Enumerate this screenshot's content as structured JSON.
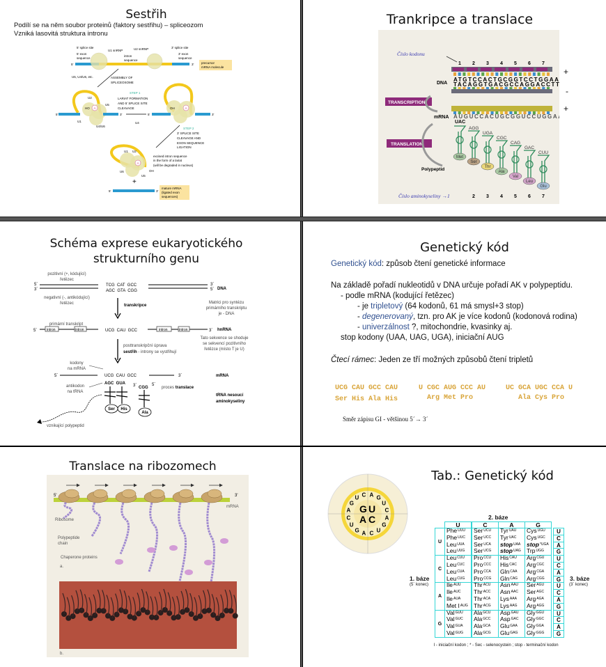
{
  "slide1": {
    "title": "Sestřih",
    "line1": "Podílí se na něm soubor proteinů (faktory sestřihu) – spliceozom",
    "line2": "Vzniká lasovitá struktura intronu",
    "labels": {
      "five_splice": "5' splice site",
      "five_exon_1": "5' exon",
      "five_exon_2": "sequence",
      "u1": "U1 snRNP",
      "u2": "U2 snRNP",
      "intron_1": "intron",
      "intron_2": "sequence",
      "three_splice": "3' splice site",
      "three_exon_1": "3' exon",
      "three_exon_2": "sequence",
      "five": "5'",
      "three": "3'",
      "precursor_1": "precursor",
      "precursor_2": "mRNA molecule",
      "u5u4": "U5, U4/U6, etc.",
      "assembly_1": "ASSEMBLY OF",
      "assembly_2": "SPLICEOSOME",
      "step1": "STEP 1",
      "lariat_1": "LARIAT FORMATION",
      "lariat_2": "AND 5' SPLICE SITE",
      "lariat_3": "CLEAVAGE",
      "u4": "U4",
      "u1s": "U1",
      "u2s": "U2",
      "u5s": "U5",
      "u4u6": "U4/U6",
      "ho": "HO",
      "oh": "OH",
      "a": "A",
      "step2": "STEP 2",
      "s2_1": "3' SPLICE SITE",
      "s2_2": "CLEAVAGE AND",
      "s2_3": "EXON SEQUENCE",
      "s2_4": "LIGATION",
      "excised_1": "excised intron sequence",
      "excised_2": "in the form of a lariat",
      "excised_3": "(will be degraded in nucleus)",
      "u6": "U6",
      "plus": "+",
      "mature_1": "mature mRNA",
      "mature_2": "(ligated exon",
      "mature_3": "sequences)"
    }
  },
  "slide2": {
    "title": "Trankripce a translace",
    "codon_number_label": "Číslo kodonu",
    "codon_numbers": [
      "1",
      "2",
      "3",
      "4",
      "5",
      "6",
      "7"
    ],
    "dna_label": "DNA",
    "dna_top": "ATGTCCACTGCGGTCCTGGAA",
    "dna_bottom": "TACAGGTGACGCCAGGACCTT",
    "transcription": "TRANSCRIPTION",
    "translation": "TRANSLATION",
    "mrna_label": "mRNA",
    "mrna_seq": "AUGUCCACUGCGGUCCUGGAA",
    "anticodons": [
      "UAC",
      "AGG",
      "UGA",
      "CGC",
      "CAG",
      "GAC",
      "CUU"
    ],
    "amino_acids": [
      "Met",
      "Ser",
      "Thr",
      "Ala",
      "Val",
      "Leu",
      "Glu"
    ],
    "amino_colors": [
      "#a9c9a3",
      "#b9a184",
      "#e9d67a",
      "#a9c9a3",
      "#d7a6cc",
      "#cfa3c6",
      "#a9c1d9"
    ],
    "polypeptide": "Polypeptid",
    "aa_number_label": "Číslo aminokyseliny →1",
    "aa_numbers": [
      "2",
      "3",
      "4",
      "5",
      "6",
      "7"
    ],
    "signs": [
      "+",
      "-",
      "+"
    ]
  },
  "slide3": {
    "title_1": "Schéma exprese eukaryotického",
    "title_2": "strukturního genu",
    "pos_1": "pozitivní (+, kódující)",
    "pos_2": "řetězec",
    "neg_1": "negativní (-, antikódující)",
    "neg_2": "řetězec",
    "dna_top": "TCG  CAT  GCC",
    "dna_bottom": "AGC  GTA  CGG",
    "five": "5´",
    "three": "3´",
    "dna": "DNA",
    "transkripce": "transkripce",
    "matrix_1": "Matrici pro syntézu",
    "matrix_2": "primárního transkriptu",
    "matrix_3": "je - DNA",
    "primary": "primární transkript",
    "intron": "intron",
    "hn_seq": "UCG  CAU  GCC",
    "hnrna": "hnRNA",
    "post_1": "posttranskripční úprava",
    "post_2b": "sestřih",
    "post_2": " - introny se vystřihují",
    "same_1": "Tato sekvence se shoduje",
    "same_2": "se sekvencí pozitivního",
    "same_3": "řetězce (místo T je U)",
    "kodony_1": "kodony",
    "kodony_2": "na mRNA",
    "m_seq": "UCG  CAU  GCC",
    "mrna": "mRNA",
    "anti_1": "antikodon",
    "anti_2": "na tRNA",
    "anti_seq": "AGC  GUA",
    "cgg": "CGG",
    "proces": "proces ",
    "translace": "translace",
    "trna_1": "tRNA nesoucí",
    "trna_2": "aminokyseliny",
    "ser": "Ser",
    "his": "His",
    "ala": "Ala",
    "poly": "vznikající polypeptid"
  },
  "slide4": {
    "title": "Genetický kód",
    "def_term": "Genetický kód",
    "def_text": ": způsob čtení genetické informace",
    "l1": "Na základě pořadí nukleotidů v DNA určuje pořadí AK v polypeptidu.",
    "l2": "- podle mRNA (kodující řetězec)",
    "l3a": "- je ",
    "l3b": "tripletový",
    "l3c": " (64 kodonů, 61 má smysl+3 stop)",
    "l4a": "- ",
    "l4b": "degenerovaný",
    "l4c": ", tzn. pro AK je více kodonů (kodonová rodina)",
    "l5a": "- ",
    "l5b": "univerzálnost",
    "l5c": " ?, mitochondrie, kvasinky aj.",
    "l6": "stop kodony (UAA, UAG, UGA), iniciační AUG",
    "frame_term": "Čtecí rámec",
    "frame_text": ": Jeden ze tří možných způsobů čtení tripletů",
    "frames": [
      {
        "codons": "UCG CAU GCC CAU",
        "aa": "Ser His Ala His"
      },
      {
        "codons": "U CGC AUG CCC AU",
        "aa": "  Arg Met Pro"
      },
      {
        "codons": "UC GCA UGC CCA U",
        "aa": "   Ala Cys Pro"
      }
    ],
    "direction": "Směr zápisu GI - většinou 5´→ 3´"
  },
  "slide5": {
    "title": "Translace na ribozomech",
    "five": "5'",
    "three": "3'",
    "mrna": "mRNA",
    "ribosome": "Ribosome",
    "poly_1": "Polypeptide",
    "poly_2": "chain",
    "chaperone": "Chaperone proteins",
    "a": "a.",
    "b": "b."
  },
  "slide6": {
    "title": "Tab.: Genetický kód",
    "wheel_center": [
      "G",
      "U",
      "A",
      "C"
    ],
    "wheel_ring": [
      "A",
      "G",
      "U",
      "C",
      "A",
      "G",
      "U",
      "C",
      "A",
      "G",
      "U",
      "C",
      "A",
      "G",
      "U",
      "C"
    ],
    "second_base": "2. báze",
    "first_base": "1. báze",
    "first_base_sub": "(5´ konec)",
    "third_base": "3. báze",
    "third_base_sub": "(3´ konec)",
    "bases": [
      "U",
      "C",
      "A",
      "G"
    ],
    "rows": [
      [
        [
          "Phe",
          "UUU"
        ],
        [
          "Ser",
          "UCU"
        ],
        [
          "Tyr",
          "UAU"
        ],
        [
          "Cys",
          "UGU"
        ]
      ],
      [
        [
          "Phe",
          "UUC"
        ],
        [
          "Ser",
          "UCC"
        ],
        [
          "Tyr",
          "UAC"
        ],
        [
          "Cys",
          "UGC"
        ]
      ],
      [
        [
          "Leu",
          "UUA"
        ],
        [
          "Ser",
          "UCA"
        ],
        [
          "stop",
          "UAA"
        ],
        [
          "stop",
          "*UGA"
        ]
      ],
      [
        [
          "Leu",
          "UUG"
        ],
        [
          "Ser",
          "UCG"
        ],
        [
          "stop",
          "UAG"
        ],
        [
          "Trp",
          "UGG"
        ]
      ],
      [
        [
          "Leu",
          "CUU"
        ],
        [
          "Pro",
          "CCU"
        ],
        [
          "His",
          "CAU"
        ],
        [
          "Arg",
          "CGU"
        ]
      ],
      [
        [
          "Leu",
          "CUC"
        ],
        [
          "Pro",
          "CCC"
        ],
        [
          "His",
          "CAC"
        ],
        [
          "Arg",
          "CGC"
        ]
      ],
      [
        [
          "Leu",
          "CUA"
        ],
        [
          "Pro",
          "CCA"
        ],
        [
          "Gln",
          "CAA"
        ],
        [
          "Arg",
          "CGA"
        ]
      ],
      [
        [
          "Leu",
          "CUG"
        ],
        [
          "Pro",
          "CCG"
        ],
        [
          "Gln",
          "CAG"
        ],
        [
          "Arg",
          "CGG"
        ]
      ],
      [
        [
          "Ile",
          "AUU"
        ],
        [
          "Thr",
          "ACU"
        ],
        [
          "Asn",
          "AAU"
        ],
        [
          "Ser",
          "AGU"
        ]
      ],
      [
        [
          "Ile",
          "AUC"
        ],
        [
          "Thr",
          "ACC"
        ],
        [
          "Asn",
          "AAC"
        ],
        [
          "Ser",
          "AGC"
        ]
      ],
      [
        [
          "Ile",
          "AUA"
        ],
        [
          "Thr",
          "ACA"
        ],
        [
          "Lys",
          "AAA"
        ],
        [
          "Arg",
          "AGA"
        ]
      ],
      [
        [
          "Met I",
          "AUG"
        ],
        [
          "Thr",
          "ACG"
        ],
        [
          "Lys",
          "AAG"
        ],
        [
          "Arg",
          "AGG"
        ]
      ],
      [
        [
          "Val",
          "GUU"
        ],
        [
          "Ala",
          "GCU"
        ],
        [
          "Asp",
          "GAU"
        ],
        [
          "Gly",
          "GGU"
        ]
      ],
      [
        [
          "Val",
          "GUC"
        ],
        [
          "Ala",
          "GCC"
        ],
        [
          "Asp",
          "GAC"
        ],
        [
          "Gly",
          "GGC"
        ]
      ],
      [
        [
          "Val",
          "GUA"
        ],
        [
          "Ala",
          "GCA"
        ],
        [
          "Glu",
          "GAA"
        ],
        [
          "Gly",
          "GGA"
        ]
      ],
      [
        [
          "Val",
          "GUG"
        ],
        [
          "Ala",
          "GCG"
        ],
        [
          "Glu",
          "GAG"
        ],
        [
          "Gly",
          "GGG"
        ]
      ]
    ],
    "footnote": "I - iniciační kodon ; * - Sec - selenocystein ; stop - terminační kodon",
    "table_color": "#33d6d6"
  }
}
